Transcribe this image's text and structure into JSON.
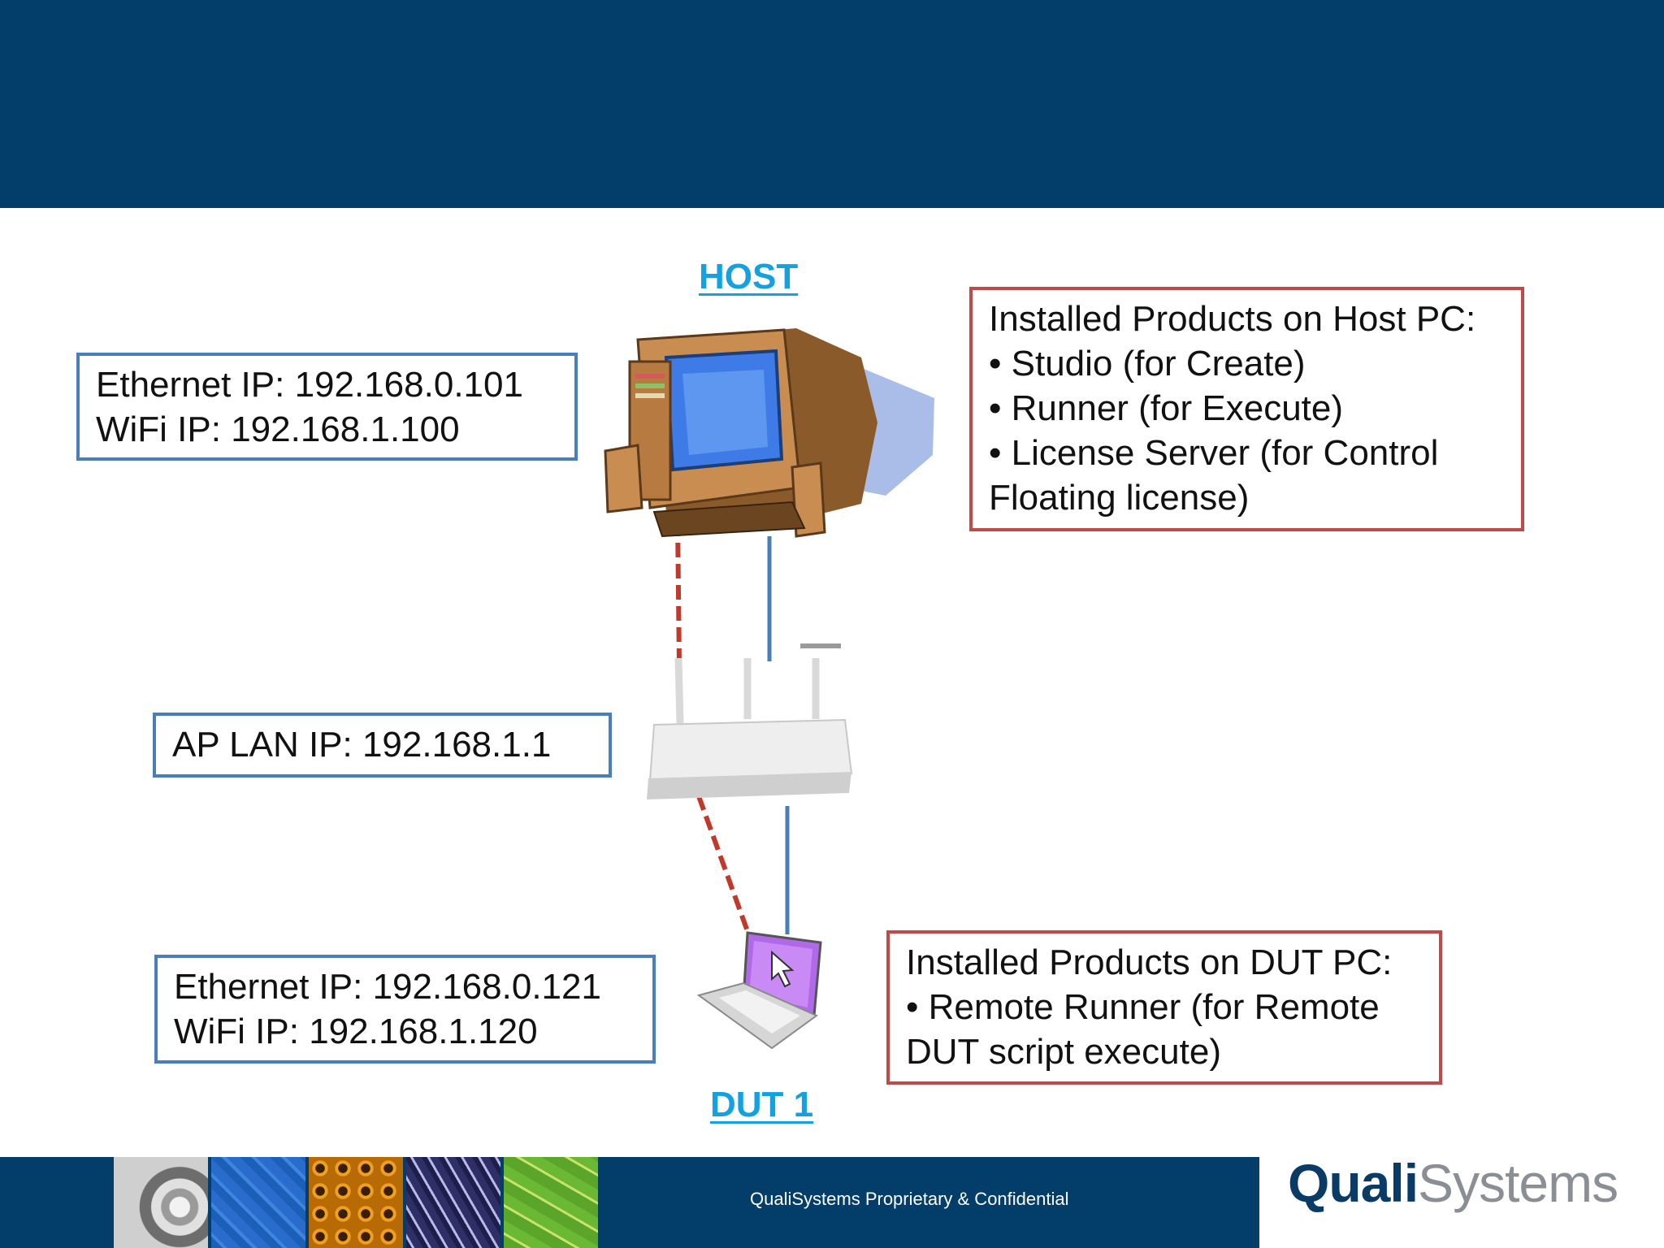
{
  "nodes": {
    "host_label": "HOST",
    "dut_label": "DUT 1"
  },
  "host_ip_box": {
    "lines": [
      "Ethernet IP: 192.168.0.101",
      "WiFi IP: 192.168.1.100"
    ]
  },
  "ap_ip_box": {
    "lines": [
      "AP LAN IP: 192.168.1.1"
    ]
  },
  "dut_ip_box": {
    "lines": [
      "Ethernet IP: 192.168.0.121",
      "WiFi IP: 192.168.1.120"
    ]
  },
  "host_products_box": {
    "lines": [
      "Installed Products on Host PC:",
      "• Studio (for Create)",
      "• Runner (for Execute)",
      "• License Server (for Control",
      "Floating license)"
    ]
  },
  "dut_products_box": {
    "lines": [
      "Installed Products on DUT PC:",
      "• Remote Runner (for Remote",
      "DUT script execute)"
    ]
  },
  "footer": {
    "confidential": "QualiSystems Proprietary & Confidential",
    "logo_part1": "Quali",
    "logo_part2": "Systems"
  },
  "colors": {
    "banner": "#033d6a",
    "title_link": "#13a1e0",
    "blue_border": "#4a7ebb",
    "red_border": "#bf4a4a",
    "ethernet_link": "#c0392b",
    "wifi_link": "#4a7ebb"
  }
}
